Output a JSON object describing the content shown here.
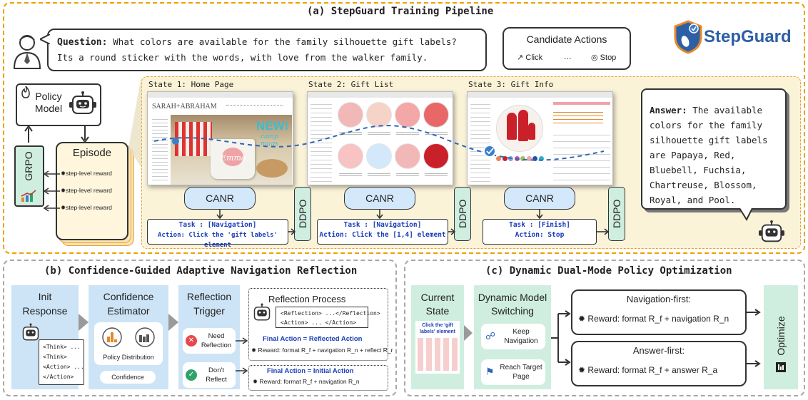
{
  "panel_a": {
    "title": "(a) StepGuard Training Pipeline",
    "question_label": "Question:",
    "question_line1": "What colors are available for the family silhouette gift labels?",
    "question_line2": "Its a round sticker with the words, with love from the walker family.",
    "candidate_title": "Candidate Actions",
    "candidate_click": "Click",
    "candidate_ellipsis": "...",
    "candidate_stop": "Stop",
    "logo_text": "StepGuard",
    "policy_model": "Policy Model",
    "grpo": "GRPO",
    "episode": "Episode",
    "step_reward_1": "step-level reward",
    "step_reward_2": "step-level reward",
    "step_reward_3": "step-level reward",
    "state1": "State 1: Home Page",
    "state2": "State 2: Gift List",
    "state3": "State 3: Gift Info",
    "canr": "CANR",
    "ddpo": "DDPO",
    "task1_line1": "Task : [Navigation]",
    "task1_line2": "Action: Click the 'gift labels' element",
    "task2_line1": "Task : [Navigation]",
    "task2_line2": "Action: Click the [1,4] element",
    "task3_line1": "Task : [Finish]",
    "task3_line2": "Action: Stop",
    "answer_label": "Answer:",
    "answer_text": "The available colors for the family silhouette gift labels are Papaya, Red, Bluebell, Fuchsia, Chartreuse, Blossom, Royal, and Pool.",
    "shot1_brand": "SARAH+ABRAHAM",
    "shot1_new": "NEW!",
    "shot1_sub": "camp mugs",
    "shot1_mug": "Emma"
  },
  "panel_b": {
    "title": "(b) Confidence-Guided Adaptive Navigation Reflection",
    "init_response": "Init Response",
    "think1": "<Think> ...",
    "think2": "<Think>",
    "action1": "<Action> ...",
    "action2": "</Action>",
    "confidence_estimator": "Confidence Estimator",
    "policy_distribution": "Policy Distribution",
    "confidence": "Confidence",
    "reflection_trigger": "Reflection Trigger",
    "need_reflection": "Need Reflection",
    "dont_reflect": "Don't Reflect",
    "reflection_process": "Reflection Process",
    "refl_tag1": "<Reflection> ...</Reflection>",
    "refl_tag2": "<Action> ... </Action>",
    "final_reflected": "Final Action = Reflected Action",
    "reward_reflected": "Reward: format R_f + navigation R_n + reflect R_r",
    "final_initial": "Final Action = Initial Action",
    "reward_initial": "Reward: format R_f + navigation R_n"
  },
  "panel_c": {
    "title": "(c) Dynamic Dual-Mode Policy Optimization",
    "current_state": "Current State",
    "current_state_caption": "Click the 'gift labels' element",
    "dynamic_switching": "Dynamic Model Switching",
    "keep_navigation": "Keep Navigation",
    "reach_target": "Reach Target Page",
    "nav_first": "Navigation-first:",
    "nav_reward": "Reward: format R_f + navigation R_n",
    "ans_first": "Answer-first:",
    "ans_reward": "Reward: format R_f + answer R_a",
    "optimize": "Optimize"
  }
}
